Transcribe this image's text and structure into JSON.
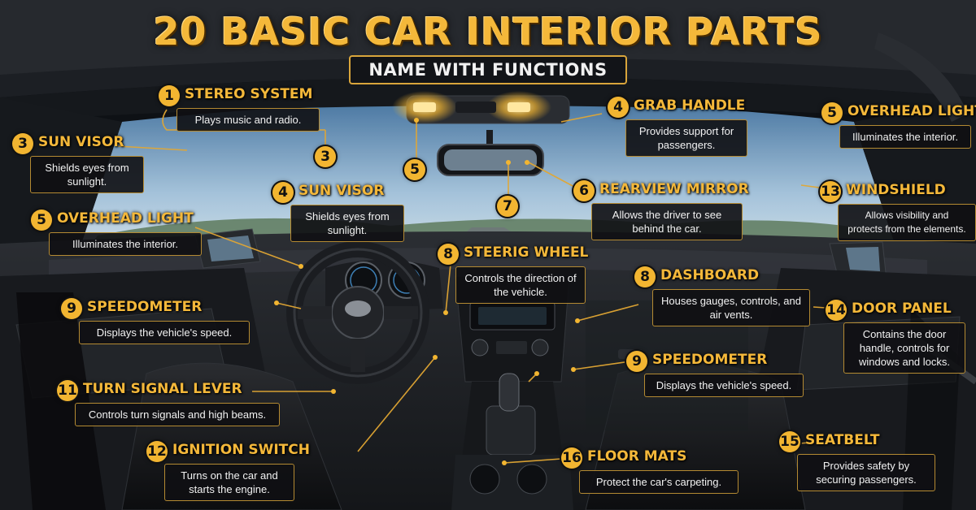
{
  "title": "20 BASIC CAR INTERIOR PARTS",
  "subtitle": "NAME WITH FUNCTIONS",
  "colors": {
    "accent": "#f2b531",
    "panel": "#0f1013",
    "text": "#f2f2f2"
  },
  "callouts": [
    {
      "num": "1",
      "label": "STEREO SYSTEM",
      "desc": "Plays music and radio."
    },
    {
      "num": "3",
      "label": "SUN VISOR",
      "desc": "Shields eyes from sunlight."
    },
    {
      "num": "4",
      "label": "SUN VISOR",
      "desc": "Shields eyes from sunlight."
    },
    {
      "num": "5",
      "label": "OVERHEAD LIGHT",
      "desc": "Illuminates the interior."
    },
    {
      "num": "9",
      "label": "SPEEDOMETER",
      "desc": "Displays the vehicle's speed."
    },
    {
      "num": "11",
      "label": "TURN SIGNAL LEVER",
      "desc": "Controls turn signals and high beams."
    },
    {
      "num": "12",
      "label": "IGNITION SWITCH",
      "desc": "Turns on the car and starts the engine."
    },
    {
      "num": "4",
      "label": "GRAB HANDLE",
      "desc": "Provides support for passengers."
    },
    {
      "num": "5",
      "label": "OVERHEAD LIGHT",
      "desc": "Illuminates the interior."
    },
    {
      "num": "6",
      "label": "REARVIEW MIRROR",
      "desc": "Allows the driver to see behind the car."
    },
    {
      "num": "13",
      "label": "WINDSHIELD",
      "desc": "Allows visibility and protects from the elements."
    },
    {
      "num": "8",
      "label": "STEERIG WHEEL",
      "desc": "Controls the direction of the vehicle."
    },
    {
      "num": "8",
      "label": "DASHBOARD",
      "desc": "Houses gauges, controls, and air vents."
    },
    {
      "num": "14",
      "label": "DOOR PANEL",
      "desc": "Contains the door handle, controls for windows and locks."
    },
    {
      "num": "9",
      "label": "SPEEDOMETER",
      "desc": "Displays the vehicle's speed."
    },
    {
      "num": "15",
      "label": "SEATBELT",
      "desc": "Provides safety by securing passengers."
    },
    {
      "num": "16",
      "label": "FLOOR MATS",
      "desc": "Protect the car's carpeting."
    }
  ],
  "markers": [
    "3",
    "5",
    "7"
  ]
}
